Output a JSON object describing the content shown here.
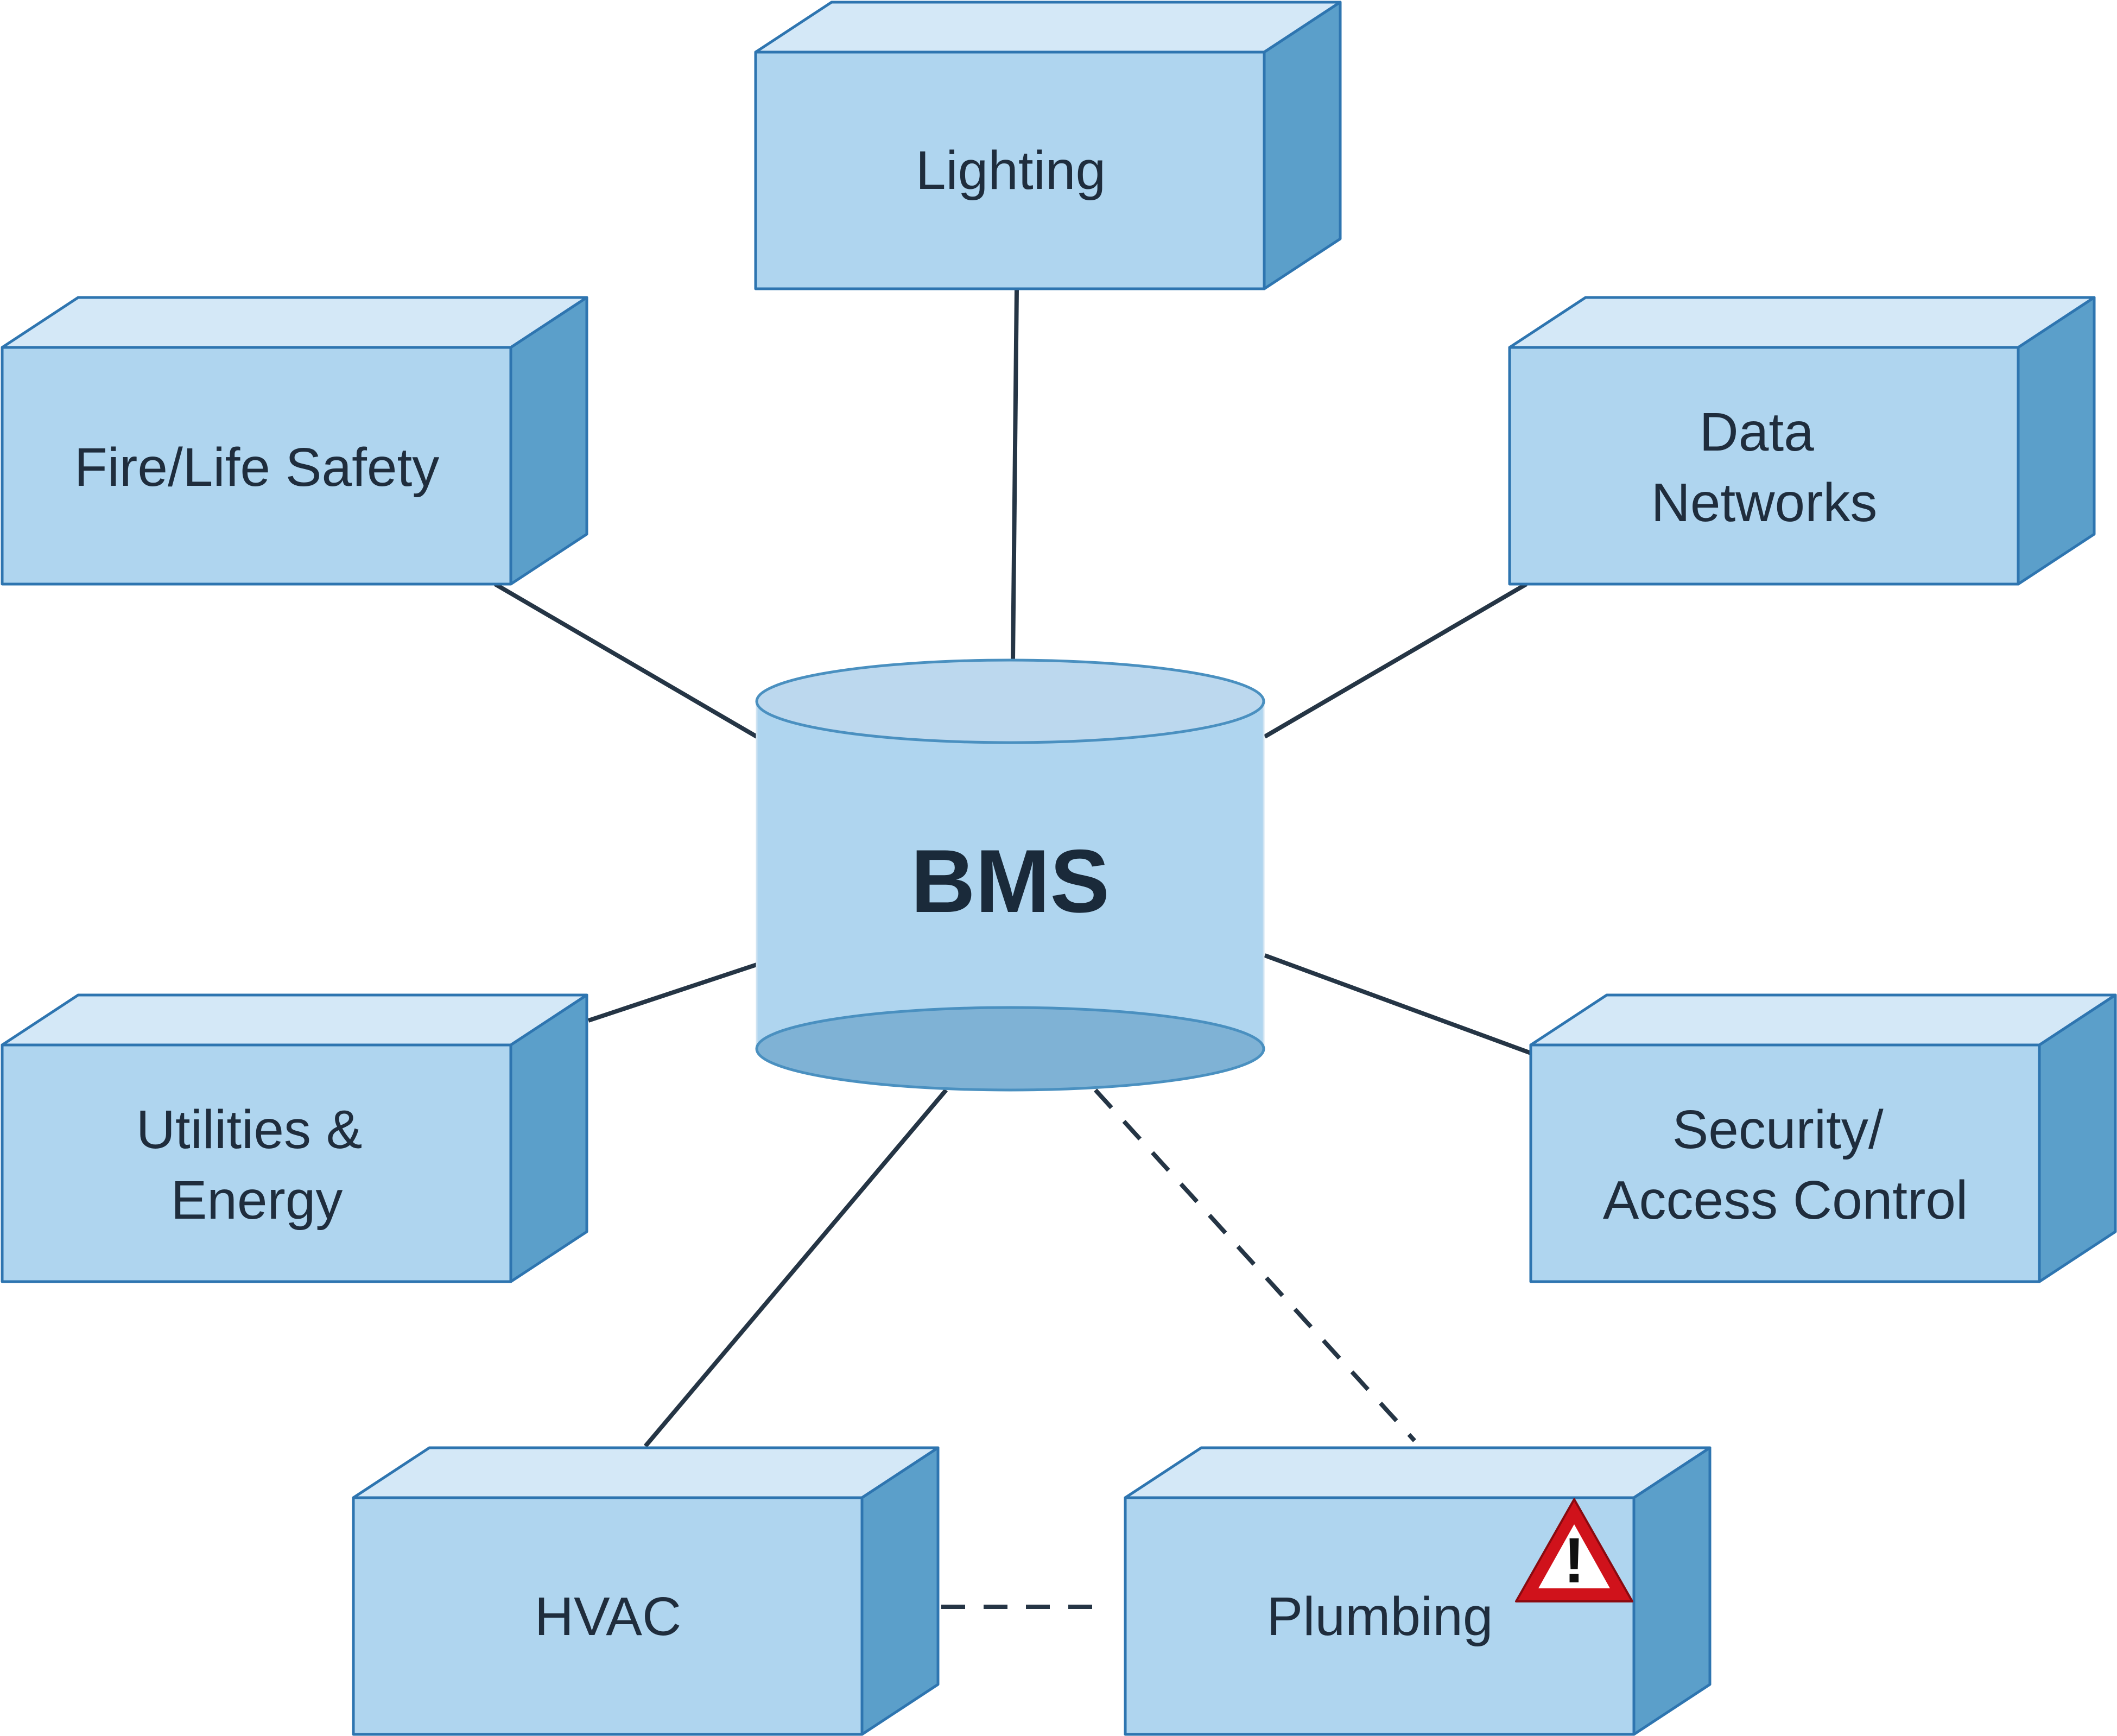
{
  "hub": {
    "label": "BMS"
  },
  "systems": {
    "lighting": {
      "lines": [
        "Lighting"
      ]
    },
    "fire_life_safety": {
      "lines": [
        "Fire/Life Safety"
      ]
    },
    "data_networks": {
      "lines": [
        "Data",
        "Networks"
      ]
    },
    "utilities_energy": {
      "lines": [
        "Utilities &",
        "Energy"
      ]
    },
    "security_access": {
      "lines": [
        "Security/",
        "Access Control"
      ]
    },
    "hvac": {
      "lines": [
        "HVAC"
      ]
    },
    "plumbing": {
      "lines": [
        "Plumbing"
      ]
    }
  },
  "connections": [
    {
      "from": "BMS",
      "to": "Lighting",
      "style": "solid"
    },
    {
      "from": "BMS",
      "to": "Fire/Life Safety",
      "style": "solid"
    },
    {
      "from": "BMS",
      "to": "Data Networks",
      "style": "solid"
    },
    {
      "from": "BMS",
      "to": "Utilities & Energy",
      "style": "solid"
    },
    {
      "from": "BMS",
      "to": "Security/Access Control",
      "style": "solid"
    },
    {
      "from": "BMS",
      "to": "HVAC",
      "style": "solid"
    },
    {
      "from": "BMS",
      "to": "Plumbing",
      "style": "dashed"
    },
    {
      "from": "HVAC",
      "to": "Plumbing",
      "style": "dashed"
    }
  ],
  "warning": {
    "icon": "warning-triangle-icon",
    "on": "Plumbing",
    "glyph": "!"
  },
  "colors": {
    "box_front": "#afd5ef",
    "box_top": "#d4e8f7",
    "box_side": "#5b9fca",
    "box_stroke": "#2e75b0",
    "line": "#253545",
    "cylinder_top": "#bcd8ee",
    "cylinder_bottom": "#7fb2d5",
    "warning_red": "#d0121b"
  }
}
